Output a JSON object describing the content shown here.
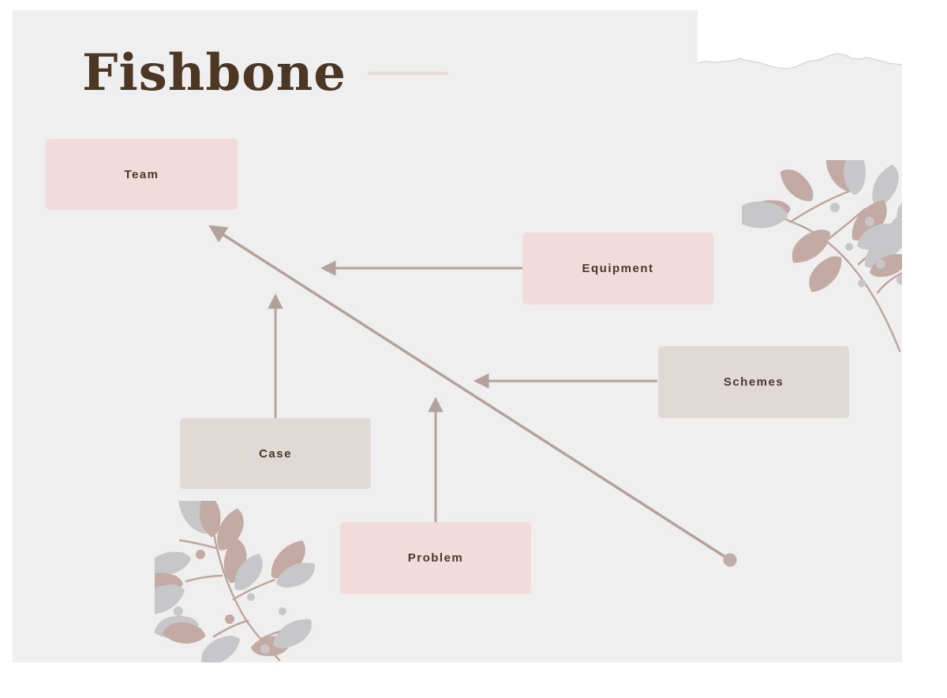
{
  "header": {
    "title": "Fishbone"
  },
  "nodes": [
    {
      "id": "team",
      "label": "Team",
      "variant": "pink"
    },
    {
      "id": "equipment",
      "label": "Equipment",
      "variant": "pink"
    },
    {
      "id": "schemes",
      "label": "Schemes",
      "variant": "taupe"
    },
    {
      "id": "case",
      "label": "Case",
      "variant": "taupe"
    },
    {
      "id": "problem",
      "label": "Problem",
      "variant": "pink"
    }
  ],
  "diagram": {
    "type": "fishbone",
    "spine": {
      "from": "tail-dot",
      "to": "Team",
      "direction": "up-left"
    },
    "bones": [
      {
        "from": "Equipment",
        "to": "spine",
        "direction": "left"
      },
      {
        "from": "Schemes",
        "to": "spine",
        "direction": "left"
      },
      {
        "from": "Case",
        "to": "spine",
        "direction": "up"
      },
      {
        "from": "Problem",
        "to": "spine",
        "direction": "up"
      }
    ]
  },
  "decorations": [
    "title-underline",
    "torn-paper-edge",
    "leaf-branch-top-right",
    "leaf-branch-bottom-left"
  ],
  "colors": {
    "canvas_bg": "#f0efef",
    "pink": "#f1dbdb",
    "taupe": "#e1d9d6",
    "line": "#b3a29b",
    "tail_dot": "#bfaea8",
    "title": "#4b3723",
    "label_text": "#4a372b",
    "title_underline": "#ecd7d7",
    "torn_edge": "#d9d9d9",
    "leaf_mauve": "#c3aba3",
    "leaf_gray": "#c7c7c9",
    "stem": "#bda69d"
  }
}
